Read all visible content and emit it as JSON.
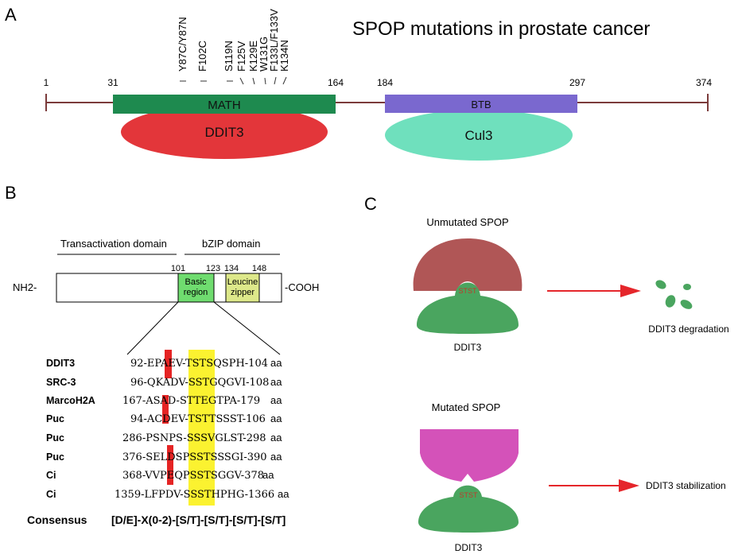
{
  "panel_a": {
    "letter": "A",
    "title": "SPOP mutations in prostate cancer",
    "positions": [
      "1",
      "31",
      "164",
      "184",
      "297",
      "374"
    ],
    "domains": {
      "math": "MATH",
      "btb": "BTB"
    },
    "partners": {
      "left": "DDIT3",
      "right": "Cul3"
    },
    "mutations": [
      "Y87C/Y87N",
      "F102C",
      "S119N",
      "F125V",
      "K129E",
      "W131G",
      "F133L/F133V",
      "K134N"
    ],
    "colors": {
      "math": "#1e8a4f",
      "btb": "#7a68cf",
      "ddit3": "#e3363a",
      "cul3": "#6fe0bd",
      "line": "#7b3b3b"
    }
  },
  "panel_b": {
    "letter": "B",
    "domain_labels": {
      "transactivation": "Transactivation domain",
      "bzip": "bZIP domain"
    },
    "positions": [
      "101",
      "123",
      "134",
      "148"
    ],
    "nh2": "NH2-",
    "cooh": "-COOH",
    "basic_region": [
      "Basic",
      "region"
    ],
    "leucine_zipper": [
      "Leucine",
      "zipper"
    ],
    "rows": [
      {
        "name": "DDIT3",
        "seq": "92-EPAEV-TSTSQSPH-104",
        "aa": "aa"
      },
      {
        "name": "SRC-3",
        "seq": "96-QKADV-SSTGQGVI-108",
        "aa": "aa"
      },
      {
        "name": "MarcoH2A",
        "seq": "167-ASAD-STTEGTPA-179",
        "aa": "aa"
      },
      {
        "name": "Puc",
        "seq": "94-ACDEV-TSTTSSST-106",
        "aa": "aa"
      },
      {
        "name": "Puc",
        "seq": "286-PSNPS-SSSVGLST-298",
        "aa": "aa"
      },
      {
        "name": "Puc",
        "seq": "376-SELDSPSSTSSSGI-390",
        "aa": "aa"
      },
      {
        "name": "Ci",
        "seq": "368-VVPEQPSSTSGGV-378",
        "aa": "aa"
      },
      {
        "name": "Ci",
        "seq": "1359-LFPDV-SSSTHPHG-1366",
        "aa": "aa"
      }
    ],
    "consensus_label": "Consensus",
    "consensus": "[D/E]-X(0-2)-[S/T]-[S/T]-[S/T]-[S/T]"
  },
  "panel_c": {
    "letter": "C",
    "unmutated_title": "Unmutated SPOP",
    "mutated_title": "Mutated SPOP",
    "motif": "STST",
    "ddit3_label": "DDIT3",
    "outcome_top": "DDIT3 degradation",
    "outcome_bottom": "DDIT3 stabilization",
    "colors": {
      "spop": "#b05656",
      "mutated_spop": "#d452b9",
      "ddit3": "#4aa55f",
      "arrow": "#e5262b",
      "motif_text": "#c0392b"
    }
  }
}
